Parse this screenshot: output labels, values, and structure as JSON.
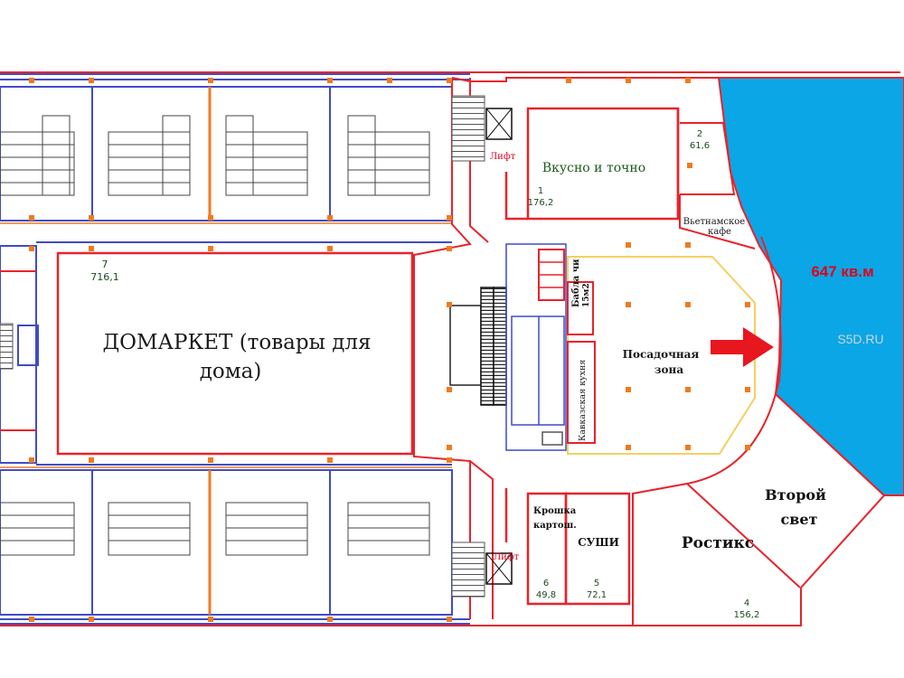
{
  "colors": {
    "wall_red": "#e8232b",
    "wall_blue": "#3f4cc7",
    "wall_orange": "#f07a20",
    "zone_yellow": "#f4d060",
    "highlight_blue": "#0aa6e6",
    "text_green": "#1d5a1d"
  },
  "units": {
    "domarket": {
      "num": "7",
      "area": "716,1",
      "name_line1": "ДОМАРКЕТ (товары для",
      "name_line2": "дома)"
    },
    "vkusno": {
      "name": "Вкусно и точно",
      "num": "1",
      "area": "176,2"
    },
    "unit2": {
      "num": "2",
      "area": "61,6"
    },
    "viet": {
      "name_line1": "Вьетнамское",
      "name_line2": "кафе"
    },
    "babla": {
      "name_line1": "Бабла чи",
      "name_line2": "15м2"
    },
    "kavkaz": {
      "name": "Кавказская кухня"
    },
    "seating": {
      "name_line1": "Посадочная",
      "name_line2": "зона"
    },
    "kroshka": {
      "name_line1": "Крошка",
      "name_line2": "картош.",
      "num": "6",
      "area": "49,8"
    },
    "sushi": {
      "name": "СУШИ",
      "num": "5",
      "area": "72,1"
    },
    "rostiks": {
      "name": "Ростикс",
      "num": "4",
      "area": "156,2"
    },
    "second_light": {
      "line1": "Второй",
      "line2": "свет"
    },
    "highlight": {
      "label": "647 кв.м"
    }
  },
  "lifts": {
    "top": "Лифт",
    "bottom": "Лифт"
  },
  "watermark": "S5D.RU"
}
